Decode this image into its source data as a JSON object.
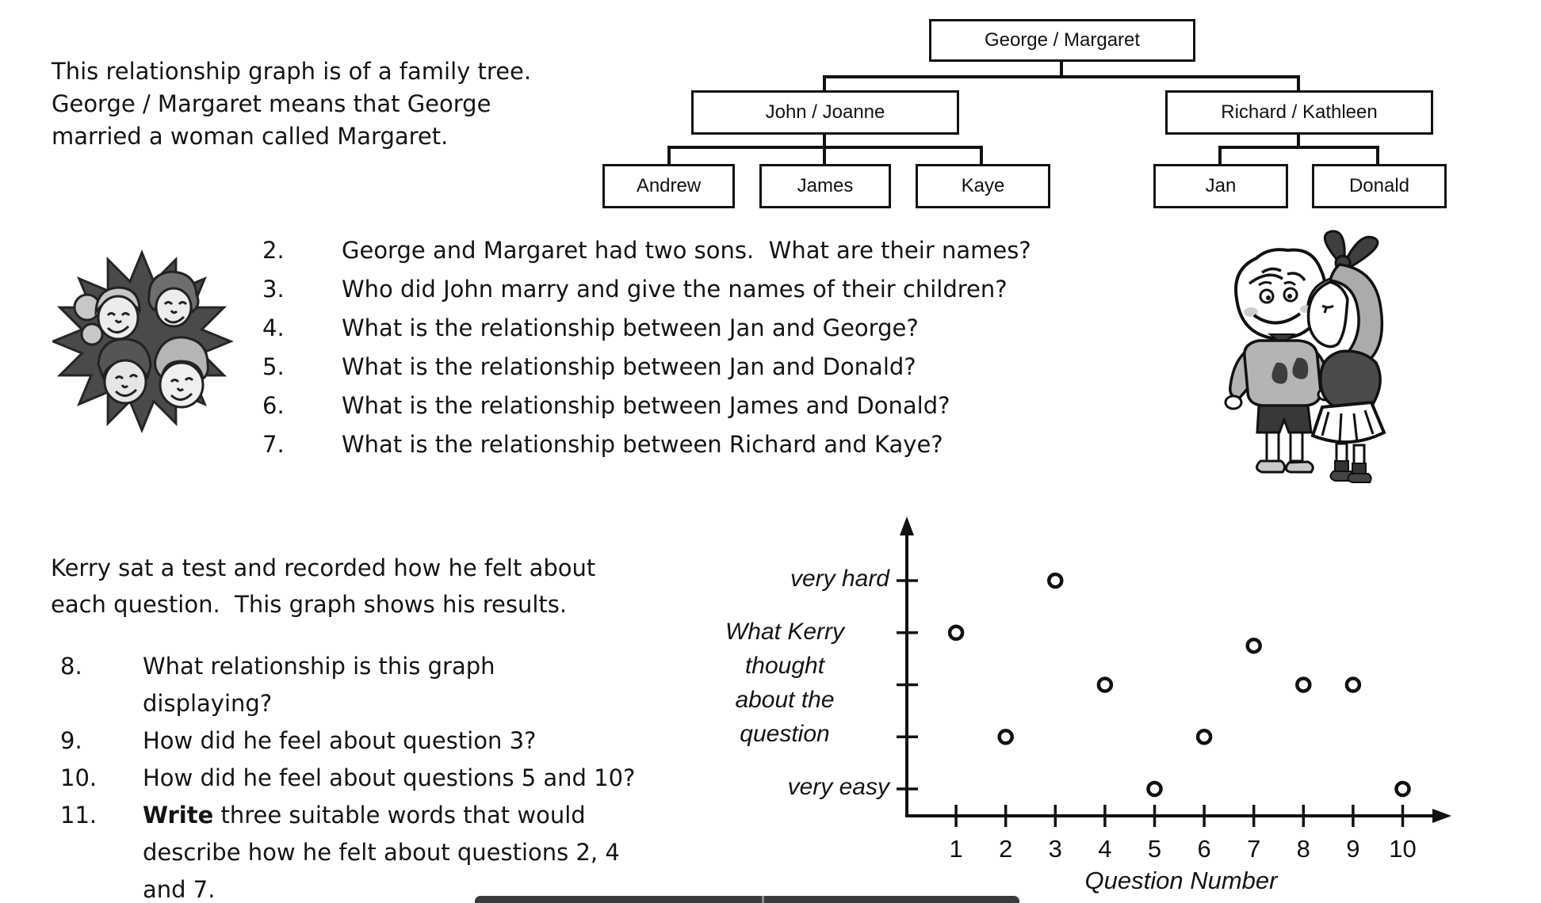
{
  "intro": {
    "text": "This relationship graph is of a family tree.\nGeorge / Margaret means that George\nmarried a woman called Margaret."
  },
  "family_tree": {
    "parents": "George / Margaret",
    "couple_left": "John / Joanne",
    "couple_right": "Richard / Kathleen",
    "children_left": [
      "Andrew",
      "James",
      "Kaye"
    ],
    "children_right": [
      "Jan",
      "Donald"
    ]
  },
  "questions_family": [
    {
      "num": "2.",
      "text": "George and Margaret had two sons.  What are their names?"
    },
    {
      "num": "3.",
      "text": "Who did John marry and give the names of their children?"
    },
    {
      "num": "4.",
      "text": "What is the relationship between Jan and George?"
    },
    {
      "num": "5.",
      "text": "What is the relationship between Jan and Donald?"
    },
    {
      "num": "6.",
      "text": "What is the relationship between James and Donald?"
    },
    {
      "num": "7.",
      "text": "What is the relationship between Richard and Kaye?"
    }
  ],
  "kerry": {
    "text": "Kerry sat a test and recorded how he felt about\neach question.  This graph shows his results."
  },
  "questions_graph": [
    {
      "num": "8.",
      "bold": "",
      "text": "What relationship is this graph\ndisplaying?"
    },
    {
      "num": "9.",
      "bold": "",
      "text": "How did he feel about question 3?"
    },
    {
      "num": "10.",
      "bold": "",
      "text": "How did he feel about questions 5 and 10?"
    },
    {
      "num": "11.",
      "bold": "Write",
      "text": " three suitable words that would\ndescribe how he felt about questions 2, 4\nand 7."
    }
  ],
  "chart_data": {
    "type": "scatter",
    "x": [
      1,
      2,
      3,
      4,
      5,
      6,
      7,
      8,
      9,
      10
    ],
    "values": [
      4,
      2,
      5,
      3,
      1,
      2,
      3.75,
      3,
      3,
      1
    ],
    "x_tick_labels": [
      "1",
      "2",
      "3",
      "4",
      "5",
      "6",
      "7",
      "8",
      "9",
      "10"
    ],
    "y_tick_labels": [
      "very easy",
      "",
      "",
      "",
      "very hard"
    ],
    "y_top_label": "very hard",
    "y_bottom_label": "very easy",
    "ylabel": "What Kerry\nthought\nabout the\nquestion",
    "xlabel": "Question Number",
    "ylim": [
      1,
      5
    ],
    "xlim": [
      0,
      10.7
    ],
    "grid": false,
    "legend": false,
    "marker": "open-circle",
    "marker_color": "#111111"
  },
  "clipart": {
    "left": "family-faces-starburst",
    "right": "girl-kissing-boy"
  },
  "colors": {
    "ink": "#111111",
    "starburst_gray": "#4a4a4a",
    "clipart_light_gray": "#d9d9d9",
    "bottom_box": "#3a3a3a"
  }
}
